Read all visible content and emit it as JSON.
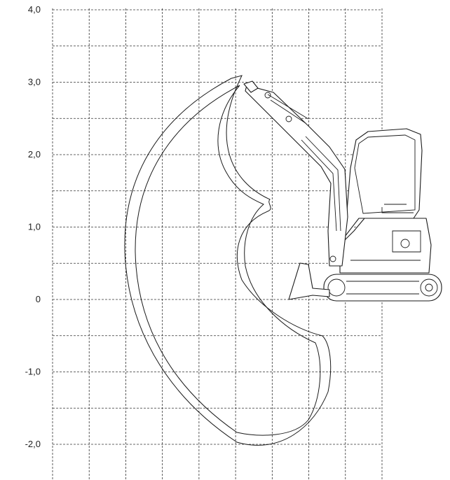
{
  "axis": {
    "y_ticks": [
      {
        "value": 4,
        "label": "4,0"
      },
      {
        "value": 3,
        "label": "3,0"
      },
      {
        "value": 2,
        "label": "2,0"
      },
      {
        "value": 1,
        "label": "1,0"
      },
      {
        "value": 0,
        "label": "0"
      },
      {
        "value": -1,
        "label": "-1,0"
      },
      {
        "value": -2,
        "label": "-2,0"
      }
    ],
    "y_range": [
      -2.2,
      4.0
    ],
    "grid": true,
    "grid_style": "dashed"
  },
  "colors": {
    "line": "#1a1a1a",
    "grid": "#333333",
    "background": "#ffffff"
  },
  "machine": {
    "type": "mini excavator",
    "icon": "excavator-icon"
  }
}
